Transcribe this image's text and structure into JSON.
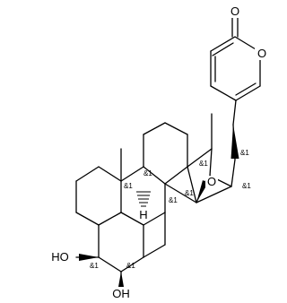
{
  "atoms": {
    "carbonyl_o": "O",
    "ring_o": "O",
    "epoxide_o": "O",
    "hydroxyl_3": "HO",
    "hydroxyl_5": "OH",
    "h_9": "H"
  },
  "stereo": {
    "c17": "&1",
    "c13": "&1",
    "c15": "&1",
    "c8": "&1",
    "c9": "&1",
    "c10": "&1",
    "c14": "&1",
    "c3": "&1",
    "c5": "&1"
  },
  "colors": {
    "ink": "#000000",
    "background": "#ffffff"
  }
}
